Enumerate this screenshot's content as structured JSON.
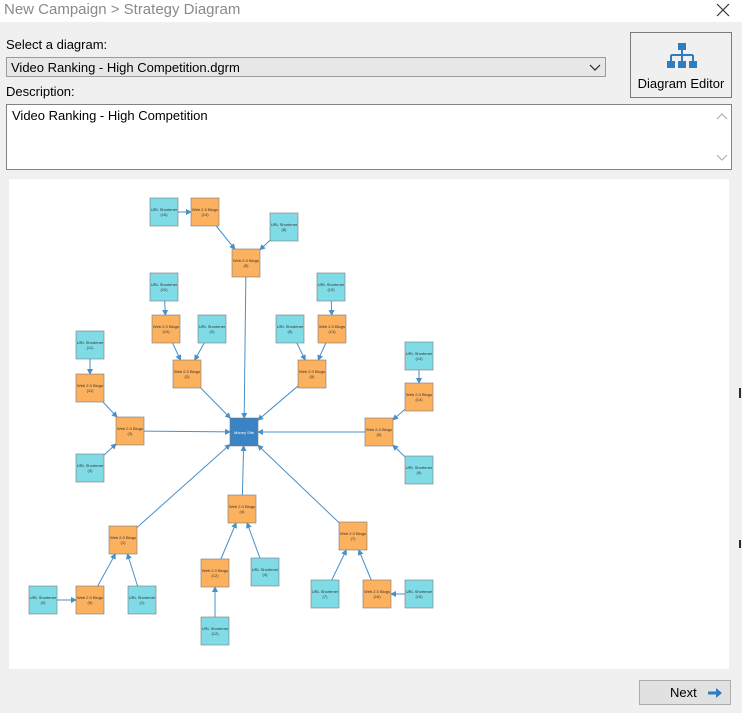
{
  "window": {
    "title": "New Campaign > Strategy Diagram",
    "close_icon": "close-icon"
  },
  "select_diagram": {
    "label": "Select a diagram:",
    "value": "Video Ranking - High Competition.dgrm",
    "arrow_icon": "chevron-down-icon"
  },
  "description": {
    "label": "Description:",
    "value": "Video Ranking - High Competition"
  },
  "diagram_editor": {
    "label": "Diagram Editor",
    "icon": "hierarchy-icon"
  },
  "diagram": {
    "colors": {
      "money_site": "#3a83c4",
      "web20": "#fbb15d",
      "shortener": "#7fdce6",
      "edge": "#4a90c8",
      "node_border": "#7a7a7a"
    },
    "nodes": [
      {
        "id": "money",
        "type": "money_site",
        "line1": "Money Site",
        "line2": ""
      },
      {
        "id": "w14a",
        "type": "web20",
        "line1": "Web 2.0 Blogs",
        "line2": "(14)"
      },
      {
        "id": "s16",
        "type": "shortener",
        "line1": "URL Shortener",
        "line2": "(16)"
      },
      {
        "id": "s8a",
        "type": "shortener",
        "line1": "URL Shortener",
        "line2": "(8)"
      },
      {
        "id": "w8",
        "type": "web20",
        "line1": "Web 2.0 Blogs",
        "line2": "(8)"
      },
      {
        "id": "s10",
        "type": "shortener",
        "line1": "URL Shortener",
        "line2": "(10)"
      },
      {
        "id": "w10",
        "type": "web20",
        "line1": "Web 2.0 Blogs",
        "line2": "(10)"
      },
      {
        "id": "s2",
        "type": "shortener",
        "line1": "URL Shortener",
        "line2": "(2)"
      },
      {
        "id": "w2",
        "type": "web20",
        "line1": "Web 2.0 Blogs",
        "line2": "(2)"
      },
      {
        "id": "s13",
        "type": "shortener",
        "line1": "URL Shortener",
        "line2": "(13)"
      },
      {
        "id": "s5",
        "type": "shortener",
        "line1": "URL Shortener",
        "line2": "(5)"
      },
      {
        "id": "w13",
        "type": "web20",
        "line1": "Web 2.0 Blogs",
        "line2": "(13)"
      },
      {
        "id": "w5",
        "type": "web20",
        "line1": "Web 2.0 Blogs",
        "line2": "(5)"
      },
      {
        "id": "s11",
        "type": "shortener",
        "line1": "URL Shortener",
        "line2": "(11)"
      },
      {
        "id": "w11",
        "type": "web20",
        "line1": "Web 2.0 Blogs",
        "line2": "(11)"
      },
      {
        "id": "w3",
        "type": "web20",
        "line1": "Web 2.0 Blogs",
        "line2": "(3)"
      },
      {
        "id": "s3",
        "type": "shortener",
        "line1": "URL Shortener",
        "line2": "(3)"
      },
      {
        "id": "s14",
        "type": "shortener",
        "line1": "URL Shortener",
        "line2": "(14)"
      },
      {
        "id": "w14b",
        "type": "web20",
        "line1": "Web 2.0 Blogs",
        "line2": "(14)"
      },
      {
        "id": "w6",
        "type": "web20",
        "line1": "Web 2.0 Blogs",
        "line2": "(6)"
      },
      {
        "id": "s6",
        "type": "shortener",
        "line1": "URL Shortener",
        "line2": "(6)"
      },
      {
        "id": "w4",
        "type": "web20",
        "line1": "Web 2.0 Blogs",
        "line2": "(4)"
      },
      {
        "id": "w1",
        "type": "web20",
        "line1": "Web 2.0 Blogs",
        "line2": "(1)"
      },
      {
        "id": "w12",
        "type": "web20",
        "line1": "Web 2.0 Blogs",
        "line2": "(12)"
      },
      {
        "id": "s4",
        "type": "shortener",
        "line1": "URL Shortener",
        "line2": "(4)"
      },
      {
        "id": "w7",
        "type": "web20",
        "line1": "Web 2.0 Blogs",
        "line2": "(7)"
      },
      {
        "id": "s9",
        "type": "shortener",
        "line1": "URL Shortener",
        "line2": "(9)"
      },
      {
        "id": "w9",
        "type": "web20",
        "line1": "Web 2.0 Blogs",
        "line2": "(9)"
      },
      {
        "id": "s1",
        "type": "shortener",
        "line1": "URL Shortener",
        "line2": "(1)"
      },
      {
        "id": "s12",
        "type": "shortener",
        "line1": "URL Shortener",
        "line2": "(12)"
      },
      {
        "id": "s7",
        "type": "shortener",
        "line1": "URL Shortener",
        "line2": "(7)"
      },
      {
        "id": "w16",
        "type": "web20",
        "line1": "Web 2.0 Blogs",
        "line2": "(16)"
      },
      {
        "id": "s15",
        "type": "shortener",
        "line1": "URL Shortener",
        "line2": "(15)"
      }
    ],
    "edges": [
      [
        "s16",
        "w14a"
      ],
      [
        "w14a",
        "w8"
      ],
      [
        "s8a",
        "w8"
      ],
      [
        "w8",
        "money"
      ],
      [
        "s10",
        "w10"
      ],
      [
        "w10",
        "w2"
      ],
      [
        "s2",
        "w2"
      ],
      [
        "w2",
        "money"
      ],
      [
        "s13",
        "w13"
      ],
      [
        "w13",
        "w5"
      ],
      [
        "s5",
        "w5"
      ],
      [
        "w5",
        "money"
      ],
      [
        "s11",
        "w11"
      ],
      [
        "w11",
        "w3"
      ],
      [
        "s3",
        "w3"
      ],
      [
        "w3",
        "money"
      ],
      [
        "s14",
        "w14b"
      ],
      [
        "w14b",
        "w6"
      ],
      [
        "s6",
        "w6"
      ],
      [
        "w6",
        "money"
      ],
      [
        "w4",
        "money"
      ],
      [
        "w12",
        "w4"
      ],
      [
        "s4",
        "w4"
      ],
      [
        "s12",
        "w12"
      ],
      [
        "w1",
        "money"
      ],
      [
        "w9",
        "w1"
      ],
      [
        "s1",
        "w1"
      ],
      [
        "s9",
        "w9"
      ],
      [
        "w7",
        "money"
      ],
      [
        "s7",
        "w7"
      ],
      [
        "w16",
        "w7"
      ],
      [
        "s15",
        "w16"
      ]
    ]
  },
  "next_button": {
    "label": "Next",
    "icon": "arrow-right-icon"
  }
}
